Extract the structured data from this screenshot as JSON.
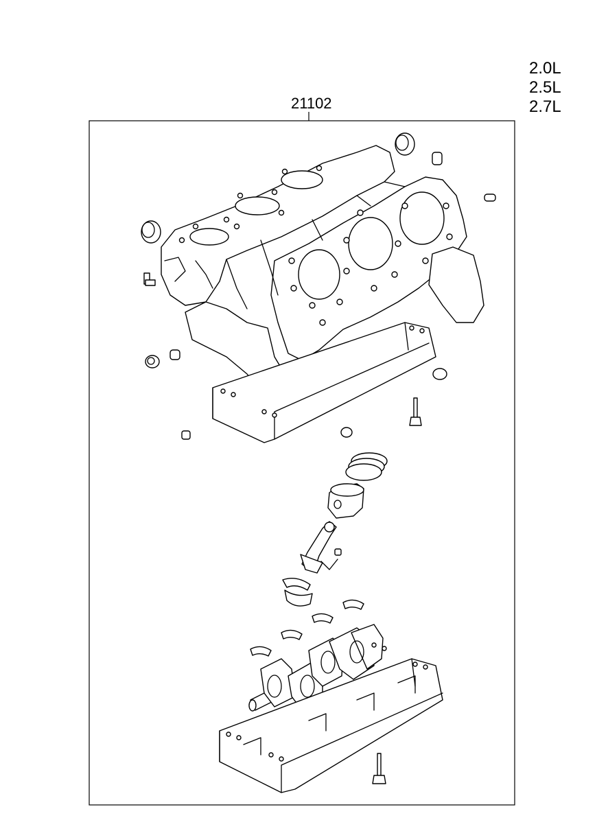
{
  "displacements": [
    "2.0L",
    "2.5L",
    "2.7L"
  ],
  "assembly": {
    "part_number": "21102"
  }
}
